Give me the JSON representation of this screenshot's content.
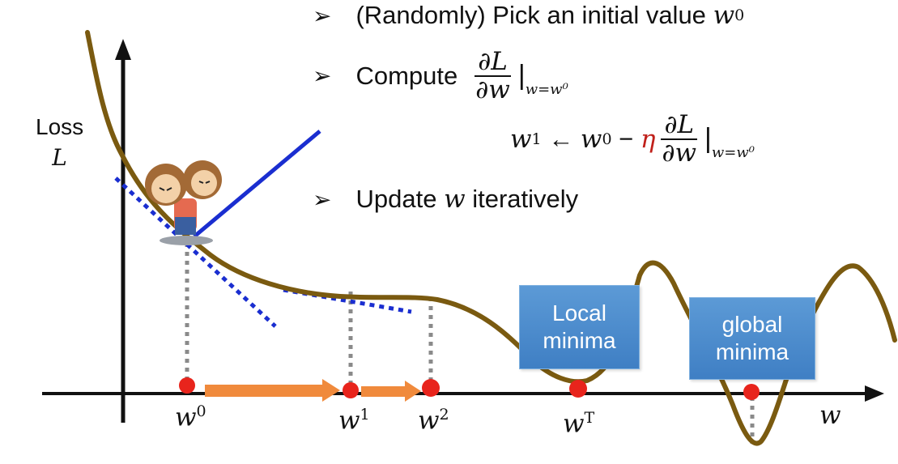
{
  "bullets": [
    {
      "prefix": "(Randomly) Pick an initial value",
      "var": "w",
      "sup": "0"
    },
    {
      "prefix": "Compute",
      "num": "∂L",
      "den": "∂w",
      "eval": "w=w⁰"
    },
    {
      "prefix": "Update",
      "var": "w",
      "suffix": "iteratively"
    }
  ],
  "update_rule": {
    "lhs": "w",
    "lhs_sup": "1",
    "arrow": "←",
    "rhs": "w",
    "rhs_sup": "0",
    "minus": "−",
    "eta": "η",
    "num": "∂L",
    "den": "∂w",
    "eval": "w=w⁰"
  },
  "y_axis": {
    "line1": "Loss",
    "line2": "L"
  },
  "x_axis": {
    "label": "w"
  },
  "points": [
    {
      "name": "w",
      "sup": "0"
    },
    {
      "name": "w",
      "sup": "1"
    },
    {
      "name": "w",
      "sup": "2"
    },
    {
      "name": "w",
      "sup": "T"
    }
  ],
  "boxes": {
    "local": {
      "line1": "Local",
      "line2": "minima"
    },
    "global": {
      "line1": "global",
      "line2": "minima"
    }
  },
  "colors": {
    "curve": "#7a5a10",
    "tangent": "#1a2ed0",
    "point": "#e8241c",
    "arrow": "#f08a3c",
    "dotted": "#8a8a8a"
  }
}
